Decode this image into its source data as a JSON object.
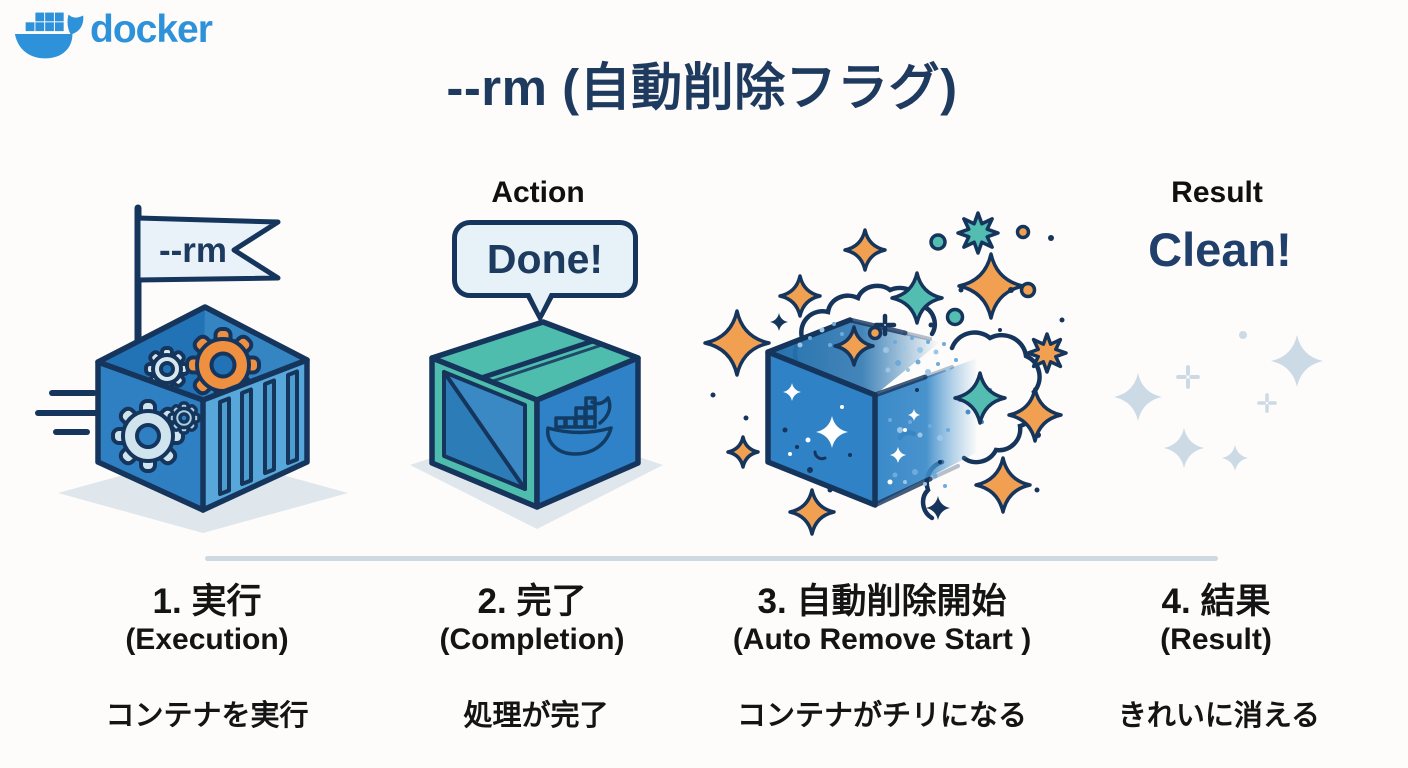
{
  "brand": {
    "logo_text": "docker"
  },
  "title": "--rm (自動削除フラグ)",
  "illustrations": {
    "flag_label": "--rm",
    "action_label": "Action",
    "bubble_text": "Done!",
    "result_label": "Result",
    "result_text": "Clean!"
  },
  "stages": [
    {
      "name_jp": "1. 実行",
      "name_en": "(Execution)",
      "description": "コンテナを実行"
    },
    {
      "name_jp": "2. 完了",
      "name_en": "(Completion)",
      "description": "処理が完了"
    },
    {
      "name_jp": "3. 自動削除開始",
      "name_en": "(Auto Remove Start )",
      "description": "コンテナがチリになる"
    },
    {
      "name_jp": "4. 結果",
      "name_en": "(Result)",
      "description": "きれいに消える"
    }
  ],
  "colors": {
    "navy_outline": "#16355c",
    "docker_blue": "#2e92da",
    "box_blue": "#2e80c3",
    "teal": "#4fbdad",
    "orange": "#ef9041",
    "pale_sparkle": "#ccdae6",
    "shadow": "#dfe6ec",
    "divider": "#cdd8e0"
  }
}
